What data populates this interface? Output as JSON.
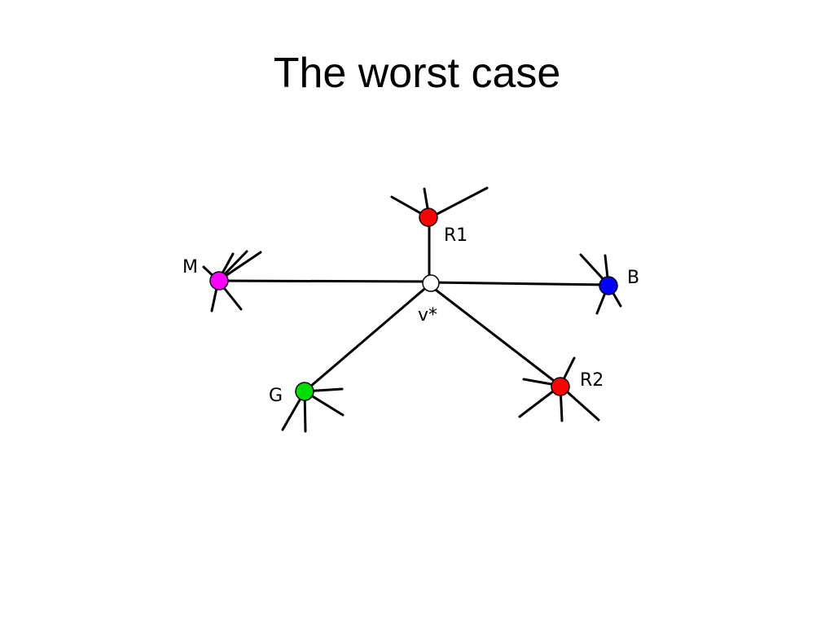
{
  "title": "The worst case",
  "diagram": {
    "nodes": [
      {
        "id": "center",
        "label": "v*",
        "color": "#ffffff"
      },
      {
        "id": "r1",
        "label": "R1",
        "color": "#ff0000"
      },
      {
        "id": "m",
        "label": "M",
        "color": "#ff00ff"
      },
      {
        "id": "b",
        "label": "B",
        "color": "#0000ff"
      },
      {
        "id": "g",
        "label": "G",
        "color": "#00dd00"
      },
      {
        "id": "r2",
        "label": "R2",
        "color": "#ff0000"
      }
    ],
    "edges": [
      [
        "center",
        "r1"
      ],
      [
        "center",
        "m"
      ],
      [
        "center",
        "b"
      ],
      [
        "center",
        "g"
      ],
      [
        "center",
        "r2"
      ]
    ]
  }
}
